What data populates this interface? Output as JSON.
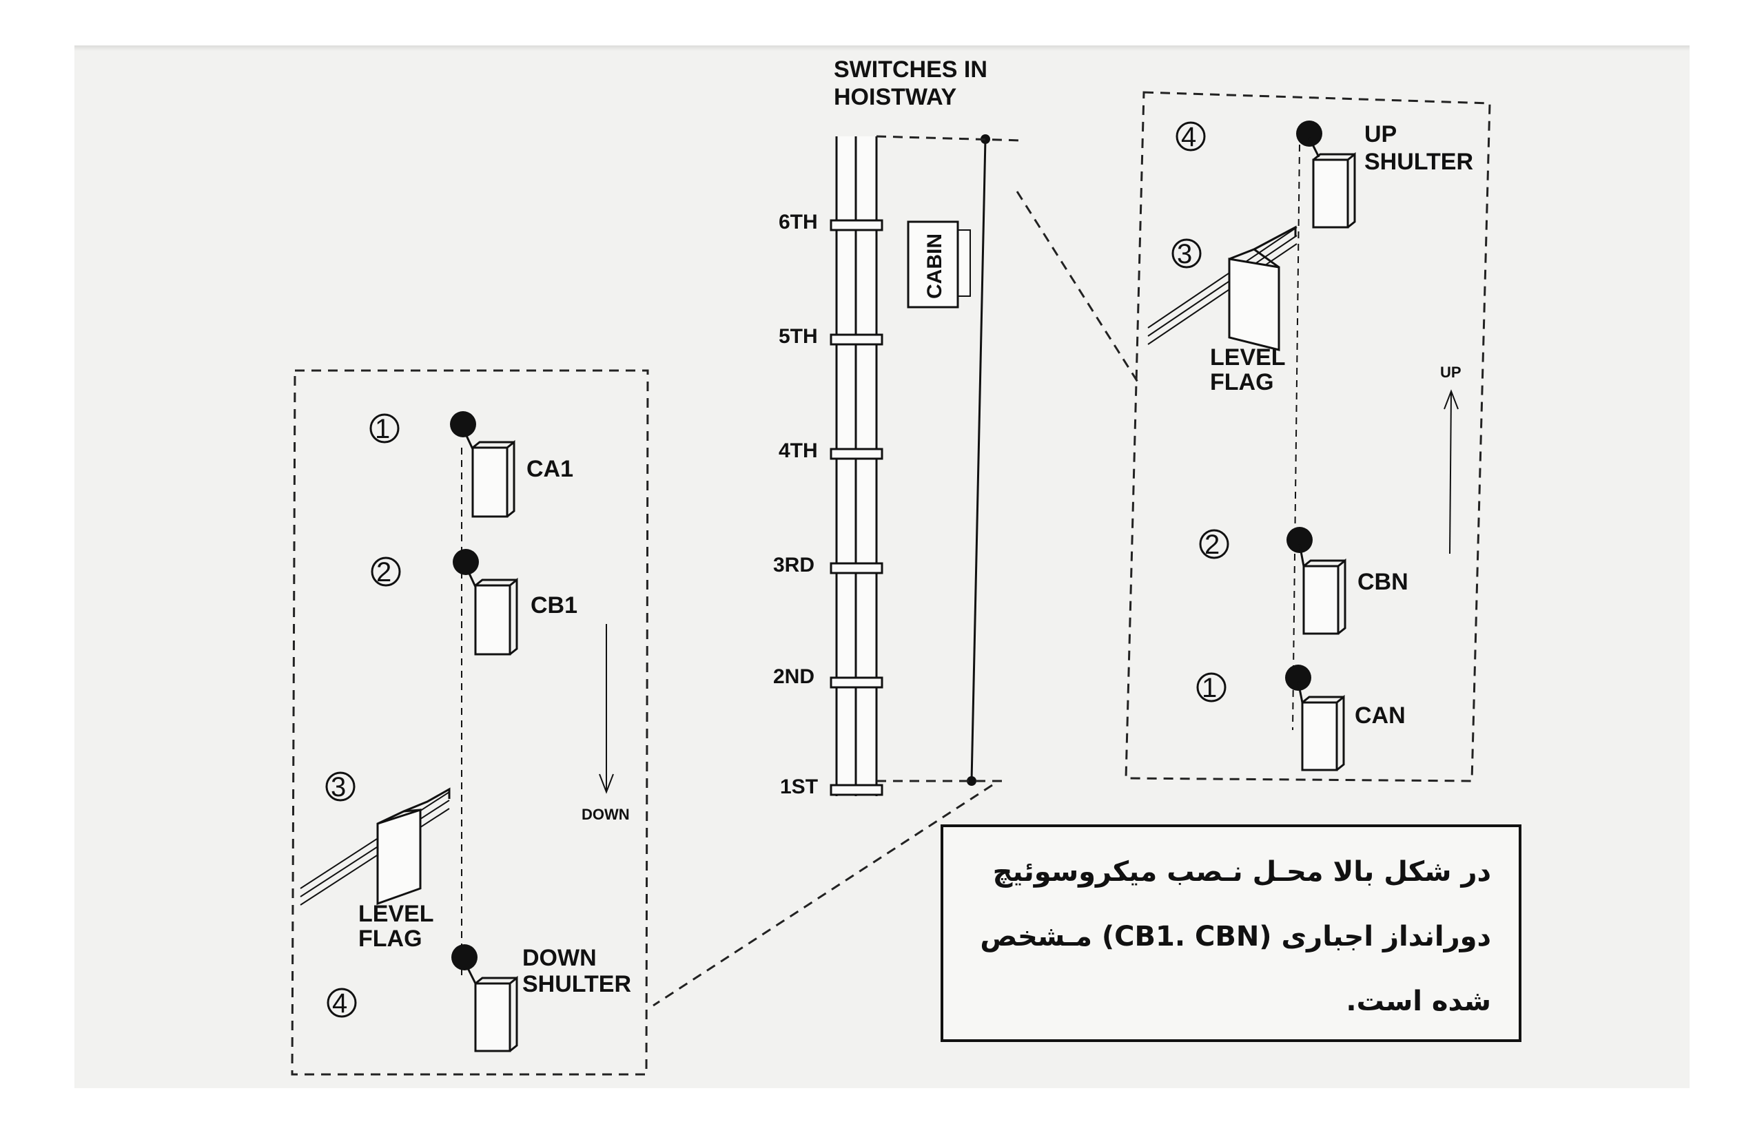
{
  "hoistway": {
    "title_line1": "SWITCHES IN",
    "title_line2": "HOISTWAY",
    "floors": [
      "6TH",
      "5TH",
      "4TH",
      "3RD",
      "2ND",
      "1ST"
    ],
    "cabin_label": "CABIN"
  },
  "left_detail": {
    "items": [
      {
        "number": "1",
        "label": "CA1"
      },
      {
        "number": "2",
        "label": "CB1"
      },
      {
        "number": "3",
        "label_line1": "LEVEL",
        "label_line2": "FLAG"
      },
      {
        "number": "4",
        "label_line1": "DOWN",
        "label_line2": "SHULTER"
      }
    ],
    "direction": "DOWN"
  },
  "right_detail": {
    "items": [
      {
        "number": "4",
        "label_line1": "UP",
        "label_line2": "SHULTER"
      },
      {
        "number": "3",
        "label_line1": "LEVEL",
        "label_line2": "FLAG"
      },
      {
        "number": "2",
        "label": "CBN"
      },
      {
        "number": "1",
        "label": "CAN"
      }
    ],
    "direction": "UP"
  },
  "note": {
    "line1": "در شکل بالا محـل نـصب میکروسوئیچ",
    "line2": "دورانداز اجباری (CB1.  CBN) مـشخص",
    "line3": "شده است."
  },
  "colors": {
    "ink": "#111111",
    "paper": "#f2f2f0"
  }
}
